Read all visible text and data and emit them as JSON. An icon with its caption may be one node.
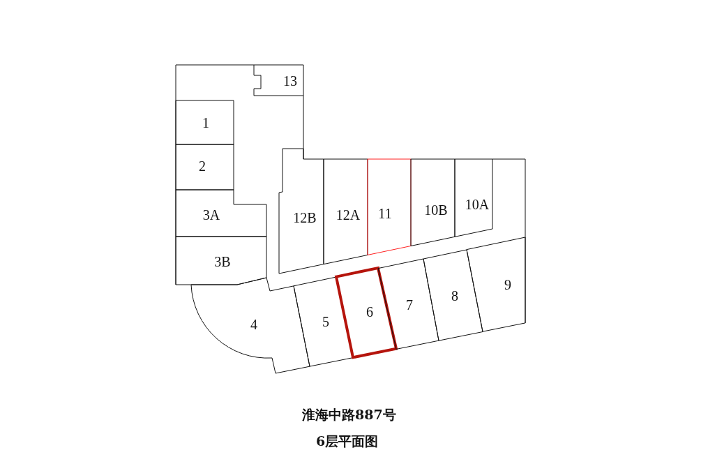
{
  "diagram": {
    "title": "淮海中路887号",
    "caption": "6层平面图",
    "nodes": [
      {
        "text": [
          "13"
        ]
      },
      {
        "text": [
          "1"
        ]
      },
      {
        "text": [
          "2"
        ]
      },
      {
        "text": [
          "3A"
        ]
      },
      {
        "text": [
          "3B"
        ]
      },
      {
        "text": [
          "4"
        ]
      },
      {
        "text": [
          "5"
        ]
      },
      {
        "text": [
          "6"
        ]
      },
      {
        "text": [
          "7"
        ]
      },
      {
        "text": [
          "8"
        ]
      },
      {
        "text": [
          "9"
        ]
      },
      {
        "text": [
          "12B"
        ]
      },
      {
        "text": [
          "12A"
        ]
      },
      {
        "text": [
          "11"
        ]
      },
      {
        "text": [
          "10B"
        ]
      },
      {
        "text": [
          "10A"
        ]
      }
    ]
  }
}
